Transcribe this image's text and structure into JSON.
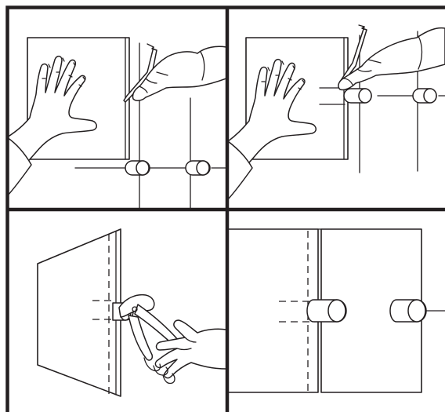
{
  "figure": {
    "panels": [
      {
        "id": "panel-1",
        "step": "mark-position"
      },
      {
        "id": "panel-2",
        "step": "mark-second-position"
      },
      {
        "id": "panel-3",
        "step": "drill-hinge-hole"
      },
      {
        "id": "panel-4",
        "step": "doors-mounted"
      }
    ],
    "colors": {
      "line": "#231f20",
      "background": "#ffffff"
    }
  }
}
